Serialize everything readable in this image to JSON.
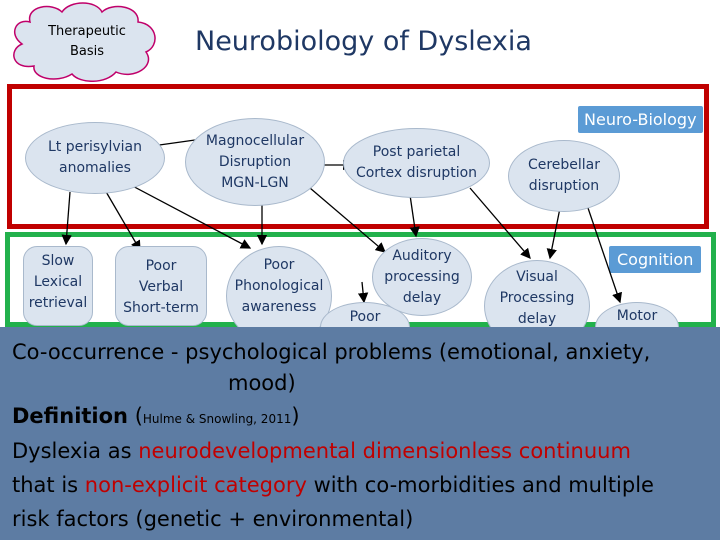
{
  "header": {
    "title": "Neurobiology of Dyslexia",
    "cloud_label_1": "Therapeutic",
    "cloud_label_2": "Basis"
  },
  "sections": {
    "neuro_label": "Neuro-Biology",
    "cognition_label": "Cognition"
  },
  "neuro_nodes": [
    {
      "lines": [
        "Lt perisylvian",
        "anomalies"
      ]
    },
    {
      "lines": [
        "Magnocellular",
        "Disruption",
        "MGN-LGN"
      ]
    },
    {
      "lines": [
        "Post parietal",
        "Cortex disruption"
      ]
    },
    {
      "lines": [
        "Cerebellar",
        "disruption"
      ]
    }
  ],
  "cognition_nodes": [
    {
      "lines": [
        "Slow",
        "Lexical",
        "retrieval"
      ]
    },
    {
      "lines": [
        "Poor",
        "Verbal",
        "Short-term"
      ]
    },
    {
      "lines": [
        "Poor",
        "Phonological",
        "awareness"
      ]
    },
    {
      "lines": [
        "Poor"
      ]
    },
    {
      "lines": [
        "Auditory",
        "processing",
        "delay"
      ]
    },
    {
      "lines": [
        "Visual",
        "Processing",
        "delay"
      ]
    },
    {
      "lines": [
        "Motor"
      ]
    }
  ],
  "panel": {
    "line1": "Co-occurrence - psychological problems (emotional, anxiety,",
    "line2": "mood)",
    "def_term": "Definition",
    "def_open": " (",
    "def_cite": "Hulme & Snowling, 2011",
    "def_close": ")",
    "line4_a": "Dyslexia as ",
    "line4_b": "neurodevelopmental dimensionless continuum",
    "line5_a": "that is ",
    "line5_b": "non-explicit category",
    "line5_c": " with co-morbidities and multiple",
    "line6": "risk factors (genetic + environmental)"
  },
  "colors": {
    "neuro_frame": "#c00000",
    "cognition_frame": "#22b14c",
    "label_fill": "#5b9bd5",
    "panel_fill": "#5d7ca3",
    "highlight": "#c00000"
  }
}
